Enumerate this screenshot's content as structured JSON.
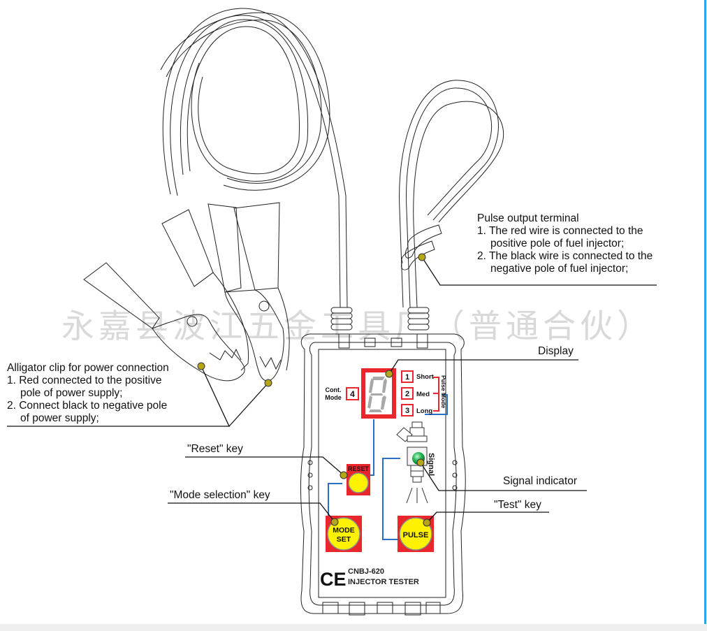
{
  "watermark": "永嘉县波江五金工具厂（普通合伙）",
  "device": {
    "model": "CNBJ-620",
    "name": "INJECTOR TESTER",
    "ce_mark": "CE",
    "display_digit": "8",
    "cont_mode": {
      "label_line1": "Cont.",
      "label_line2": "Mode",
      "number": "4"
    },
    "pulse_modes": [
      {
        "number": "1",
        "label": "Short"
      },
      {
        "number": "2",
        "label": "Med"
      },
      {
        "number": "3",
        "label": "Long"
      }
    ],
    "pulse_mode_label": "Pulse Mode",
    "signal_label": "Signal",
    "buttons": {
      "reset": "RESET",
      "mode_line1": "MODE",
      "mode_line2": "SET",
      "pulse": "PULSE"
    }
  },
  "callouts": {
    "pulse_terminal": {
      "title": "Pulse output terminal",
      "line1": "1. The red wire is connected to the",
      "line1b": "positive pole of fuel injector;",
      "line2": "2. The black wire is connected to the",
      "line2b": "negative pole of fuel injector;"
    },
    "alligator": {
      "title": "Alligator clip for power connection",
      "line1": "1. Red connected to the positive",
      "line1b": "pole of power supply;",
      "line2": "2. Connect black to negative pole",
      "line2b": "of power supply;"
    },
    "display": "Display",
    "reset_key": "\"Reset\" key",
    "mode_key": "\"Mode selection\" key",
    "signal_indicator": "Signal indicator",
    "test_key": "\"Test\" key"
  },
  "colors": {
    "accent_red": "#e8262b",
    "button_yellow": "#fff200",
    "callout_dot": "#b5a619",
    "wire_blue": "#2b6fc4",
    "signal_green": "#1ea84a",
    "frame_blue": "#2aa6e0"
  }
}
